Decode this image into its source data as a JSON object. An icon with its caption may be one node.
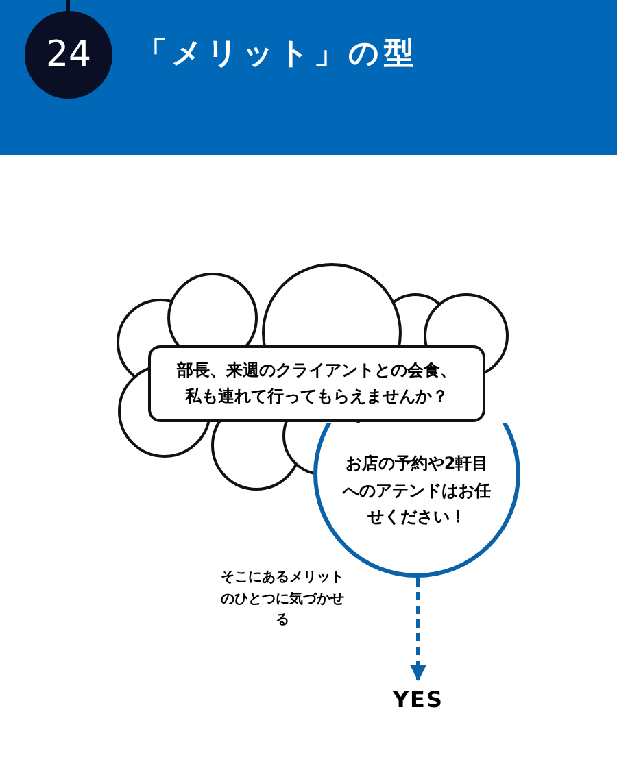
{
  "diagram": {
    "title": "「メリット」の型",
    "nodes": [
      {
        "text": [
          "24"
        ]
      },
      {
        "text": [
          "部長、来週のクライアントとの会食、私も連れて行ってもらえませんか？"
        ]
      },
      {
        "text": [
          "お店の予約や2軒目へのアテンドはお任せください！"
        ]
      },
      {
        "text": [
          "YES"
        ]
      }
    ],
    "edges": [
      {
        "from": 2,
        "to": 3,
        "arrow": "to",
        "style": "dashed",
        "color": "#0b62a8"
      }
    ],
    "labels": [
      "そこにあるメリットのひとつに気づかせる"
    ]
  }
}
